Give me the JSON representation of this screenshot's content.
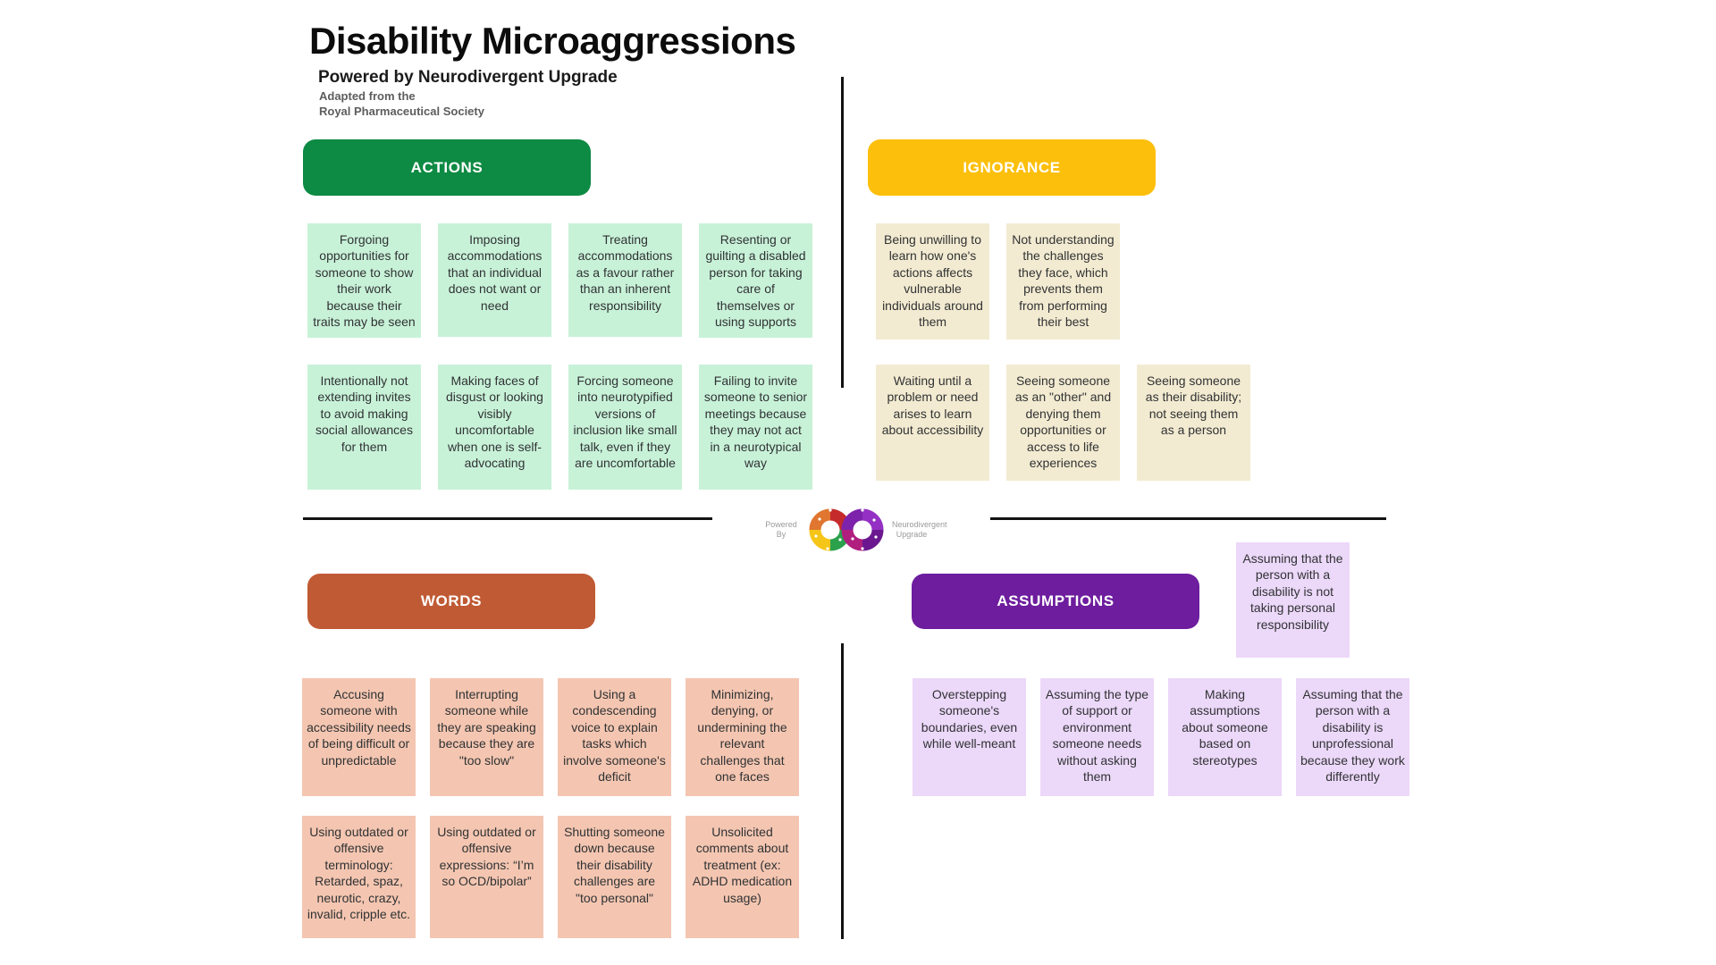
{
  "title": "Disability Microaggressions",
  "subtitle": "Powered by Neurodivergent Upgrade",
  "attribution": {
    "line1": "Adapted from the",
    "line2": "Royal Pharmaceutical Society"
  },
  "center_logo": {
    "left_label": "Powered By",
    "right_label": "Neurodivergent Upgrade"
  },
  "colors": {
    "actions_header": "#0d8a43",
    "actions_card": "#c8f2d8",
    "ignorance_header": "#fcbf0b",
    "ignorance_card": "#f3ebd1",
    "words_header": "#c05a34",
    "words_card": "#f4c6b1",
    "assumptions_header": "#6d1d9e",
    "assumptions_card": "#ecd8f9"
  },
  "quadrants": {
    "actions": {
      "label": "ACTIONS",
      "row1": [
        "Forgoing opportunities for someone to show their work because their traits may be seen",
        "Imposing accommodations that an individual does not want or need",
        "Treating accommodations as a favour rather than an inherent responsibility",
        "Resenting or guilting a disabled person for taking care of themselves or using supports"
      ],
      "row2": [
        "Intentionally not extending invites to avoid making social allowances for them",
        "Making faces of disgust or looking visibly uncomfortable when one is self-advocating",
        "Forcing someone into neurotypified versions of inclusion like small talk, even if they are uncomfortable",
        "Failing to invite someone to senior meetings because they may not act in a neurotypical way"
      ]
    },
    "ignorance": {
      "label": "IGNORANCE",
      "row1": [
        "Being unwilling to learn how one's actions affects vulnerable individuals around them",
        "Not understanding the challenges they face, which prevents them from performing their best"
      ],
      "row2": [
        "Waiting until a problem or need arises to learn about accessibility",
        "Seeing someone as an \"other\" and denying them opportunities or access to life experiences",
        "Seeing someone as their disability; not seeing them as a person"
      ]
    },
    "words": {
      "label": "WORDS",
      "row1": [
        "Accusing someone with accessibility needs of being difficult or unpredictable",
        "Interrupting someone while they are speaking because they are \"too slow\"",
        "Using a condescending voice to explain tasks which involve someone's deficit",
        "Minimizing, denying, or undermining the relevant challenges that one faces"
      ],
      "row2": [
        "Using outdated or offensive terminology: Retarded, spaz, neurotic, crazy, invalid, cripple etc.",
        "Using outdated or offensive expressions: “I’m so OCD/bipolar”",
        "Shutting someone down because their disability challenges are \"too personal\"",
        "Unsolicited comments about treatment (ex: ADHD medication usage)"
      ]
    },
    "assumptions": {
      "label": "ASSUMPTIONS",
      "floating_card": "Assuming that the person with a disability is not taking personal responsibility",
      "row1": [
        "Overstepping someone's boundaries, even while well-meant",
        "Assuming the type of support or environment someone needs without asking them",
        "Making assumptions about someone based on stereotypes",
        "Assuming that the person with a disability is unprofessional because they work differently"
      ]
    }
  }
}
